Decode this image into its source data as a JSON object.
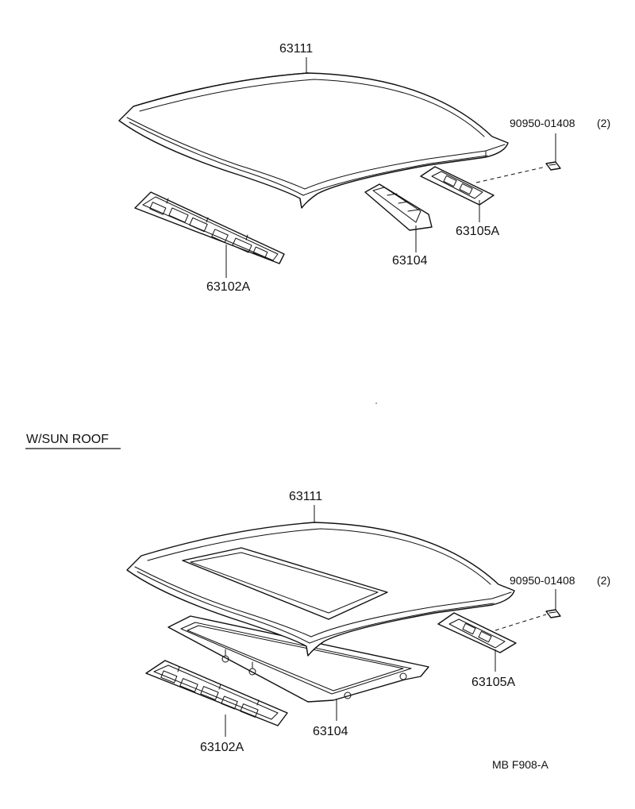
{
  "diagram_top": {
    "labels": {
      "roof_panel": "63111",
      "clip": "90950-01408",
      "clip_qty": "(2)",
      "front_reinforcement": "63102A",
      "center_reinforcement": "63104",
      "rear_reinforcement": "63105A"
    }
  },
  "section_heading": "W/SUN ROOF",
  "diagram_bottom": {
    "labels": {
      "roof_panel": "63111",
      "clip": "90950-01408",
      "clip_qty": "(2)",
      "front_reinforcement": "63102A",
      "sunroof_frame": "63104",
      "rear_reinforcement": "63105A"
    }
  },
  "figure_code": "MB F908-A"
}
